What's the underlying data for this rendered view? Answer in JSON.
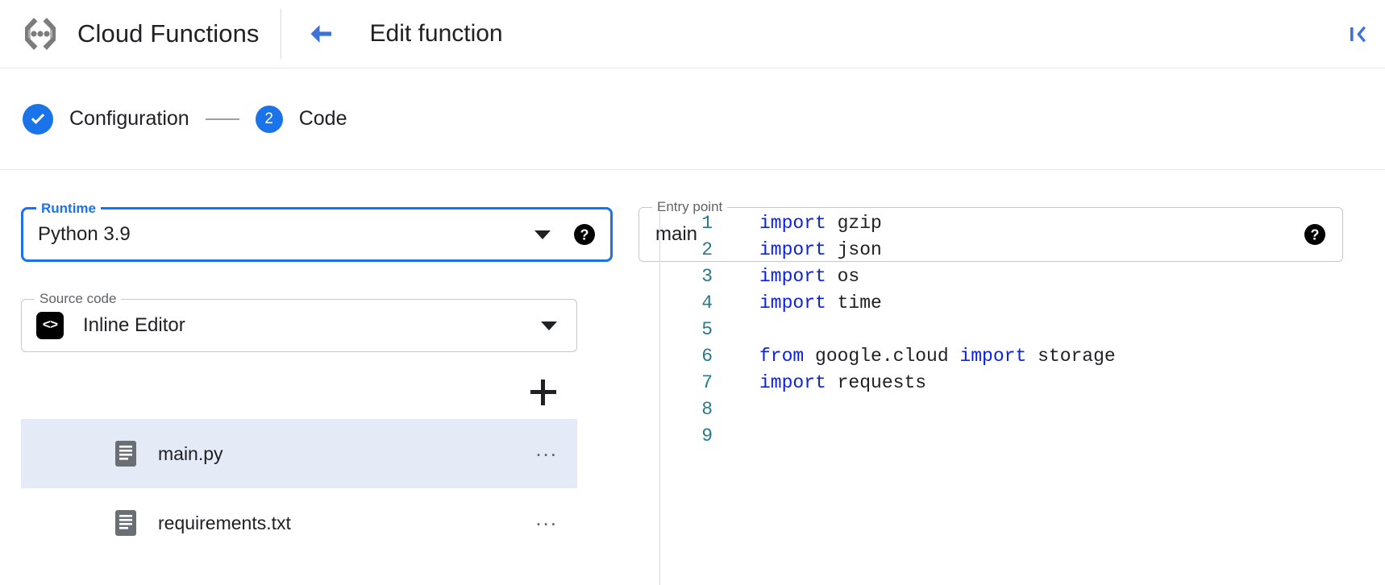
{
  "header": {
    "brand_title": "Cloud Functions",
    "logo_icon": "cloud-functions-logo",
    "back_icon": "arrow-left-icon",
    "page_title": "Edit function",
    "collapse_icon": "collapse-panel-icon",
    "accent_color": "#1a73e8"
  },
  "stepper": {
    "steps": [
      {
        "label": "Configuration",
        "state": "complete",
        "marker": "check-icon"
      },
      {
        "label": "Code",
        "state": "active",
        "marker": "2"
      }
    ],
    "connector": "—"
  },
  "form": {
    "runtime": {
      "legend": "Runtime",
      "value": "Python 3.9",
      "focused": true,
      "caret_icon": "chevron-down-icon",
      "help_icon": "help-icon"
    },
    "entry_point": {
      "legend": "Entry point",
      "value": "main",
      "help_icon": "help-icon"
    },
    "source_code": {
      "legend": "Source code",
      "value": "Inline Editor",
      "badge_glyph": "<>",
      "badge_icon": "code-icon",
      "caret_icon": "chevron-down-icon"
    }
  },
  "files": {
    "add_label": "+",
    "add_icon": "add-file-icon",
    "more_label": "...",
    "items": [
      {
        "name": "main.py",
        "selected": true,
        "icon": "file-icon"
      },
      {
        "name": "requirements.txt",
        "selected": false,
        "icon": "file-icon"
      }
    ]
  },
  "editor": {
    "lines": [
      {
        "n": "1",
        "tokens": [
          {
            "t": "import",
            "k": true
          },
          {
            "t": " gzip",
            "k": false
          }
        ]
      },
      {
        "n": "2",
        "tokens": [
          {
            "t": "import",
            "k": true
          },
          {
            "t": " json",
            "k": false
          }
        ]
      },
      {
        "n": "3",
        "tokens": [
          {
            "t": "import",
            "k": true
          },
          {
            "t": " os",
            "k": false
          }
        ]
      },
      {
        "n": "4",
        "tokens": [
          {
            "t": "import",
            "k": true
          },
          {
            "t": " time",
            "k": false
          }
        ]
      },
      {
        "n": "5",
        "tokens": []
      },
      {
        "n": "6",
        "tokens": [
          {
            "t": "from",
            "k": true
          },
          {
            "t": " google.cloud ",
            "k": false
          },
          {
            "t": "import",
            "k": true
          },
          {
            "t": " storage",
            "k": false
          }
        ]
      },
      {
        "n": "7",
        "tokens": [
          {
            "t": "import",
            "k": true
          },
          {
            "t": " requests",
            "k": false
          }
        ]
      },
      {
        "n": "8",
        "tokens": []
      },
      {
        "n": "9",
        "tokens": []
      }
    ]
  }
}
